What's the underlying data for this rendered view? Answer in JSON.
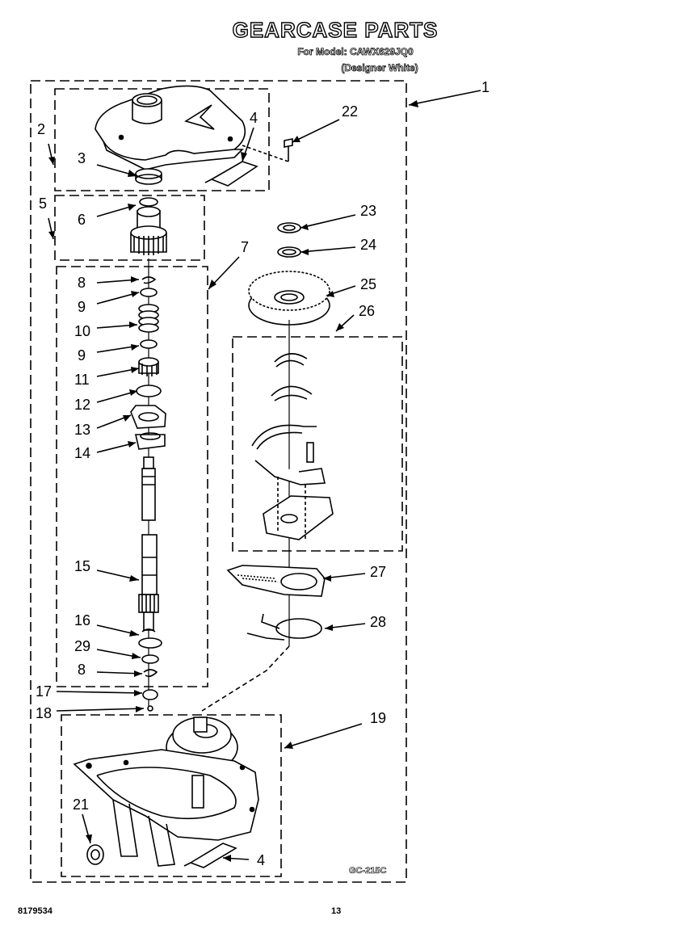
{
  "header": {
    "title": "GEARCASE PARTS",
    "model_line": "For Model: CAWX629JQ0",
    "color_line": "(Designer White)"
  },
  "callouts": {
    "c1": "1",
    "c2": "2",
    "c3": "3",
    "c4a": "4",
    "c4b": "4",
    "c5": "5",
    "c6": "6",
    "c7": "7",
    "c8a": "8",
    "c8b": "8",
    "c9a": "9",
    "c9b": "9",
    "c10": "10",
    "c11": "11",
    "c12": "12",
    "c13": "13",
    "c14": "14",
    "c15": "15",
    "c16": "16",
    "c17": "17",
    "c18": "18",
    "c19": "19",
    "c21": "21",
    "c22": "22",
    "c23": "23",
    "c24": "24",
    "c25": "25",
    "c26": "26",
    "c27": "27",
    "c28": "28",
    "c29": "29"
  },
  "drawing_code": "GC-215C",
  "footer": {
    "part_number": "8179534",
    "page_number": "13"
  }
}
